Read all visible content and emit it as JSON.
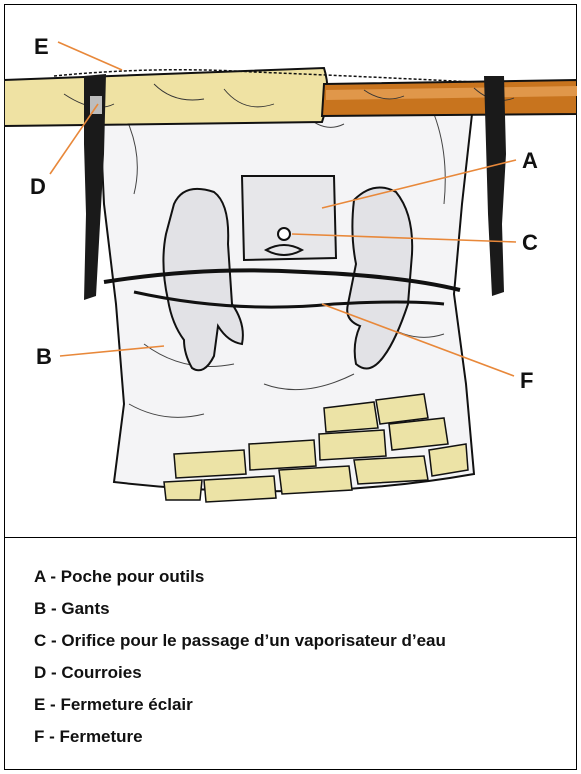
{
  "labels": {
    "A": "A",
    "B": "B",
    "C": "C",
    "D": "D",
    "E": "E",
    "F": "F"
  },
  "legend": [
    {
      "text": "A - Poche pour outils"
    },
    {
      "text": "B - Gants"
    },
    {
      "text": "C - Orifice pour le passage d’un vaporisateur d’eau"
    },
    {
      "text": "D - Courroies"
    },
    {
      "text": "E - Fermeture éclair"
    },
    {
      "text": "F - Fermeture"
    }
  ],
  "colors": {
    "leader": "#e8883a",
    "rod_left": "#efe2a3",
    "rod_right": "#c8741e",
    "strap": "#1a1a1a",
    "bag": "#f2f2f4",
    "bricks": "#ece3a6"
  }
}
